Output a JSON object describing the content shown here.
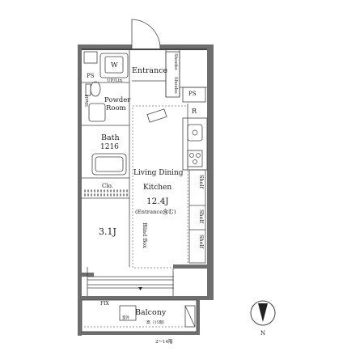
{
  "rooms": {
    "entrance": "Entrance",
    "powder_room_1": "Powder",
    "powder_room_2": "Room",
    "bath_1": "Bath",
    "bath_2": "1216",
    "ldk_1": "Living Dining",
    "ldk_2": "Kitchen",
    "ldk_3": "12.4J",
    "ldk_4": "(Entrance含む)",
    "western_size": "3.1J",
    "balcony": "Balcony"
  },
  "labels": {
    "ps_left": "PS",
    "ps_right": "PS",
    "washer": "W",
    "up_lin": "UP/Lin.",
    "shelf_wc": "Shelf",
    "shoes_1": "Shoebo",
    "shoes_2": "Shoebo",
    "refrigerator": "R",
    "closet": "Clo.",
    "shelf_1": "Shelf",
    "shelf_2": "Shelf",
    "shelf_3": "Shelf",
    "blind_box": "Blind Box",
    "fix": "FIX",
    "ac_unit": "室外",
    "balcony_note": "高（15階）",
    "floors_note": "2〜14階",
    "north": "N"
  }
}
